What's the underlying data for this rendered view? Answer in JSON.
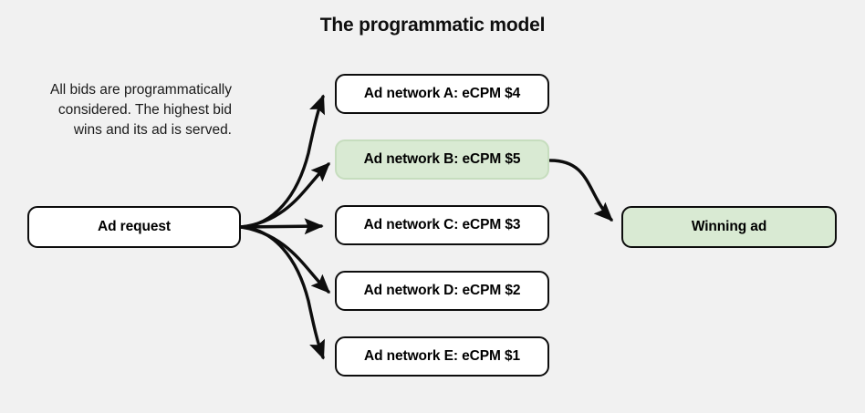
{
  "title": "The programmatic model",
  "caption": {
    "line1": "All bids are programmatically",
    "line2": "considered. The highest bid",
    "line3": "wins and its ad is served."
  },
  "nodes": {
    "ad_request": {
      "label": "Ad request"
    },
    "networks": [
      {
        "label": "Ad network A: eCPM $4",
        "network": "A",
        "ecpm": "$4",
        "winner": false
      },
      {
        "label": "Ad network B: eCPM $5",
        "network": "B",
        "ecpm": "$5",
        "winner": true
      },
      {
        "label": "Ad network C: eCPM $3",
        "network": "C",
        "ecpm": "$3",
        "winner": false
      },
      {
        "label": "Ad network D: eCPM $2",
        "network": "D",
        "ecpm": "$2",
        "winner": false
      },
      {
        "label": "Ad network E: eCPM $1",
        "network": "E",
        "ecpm": "$1",
        "winner": false
      }
    ],
    "winning_ad": {
      "label": "Winning ad"
    }
  },
  "colors": {
    "background": "#f1f1f1",
    "stroke": "#0d0d0d",
    "box_fill": "#ffffff",
    "highlight_fill": "#d9ead3",
    "highlight_border": "#c6ddbe",
    "text": "#0f0f0f"
  }
}
